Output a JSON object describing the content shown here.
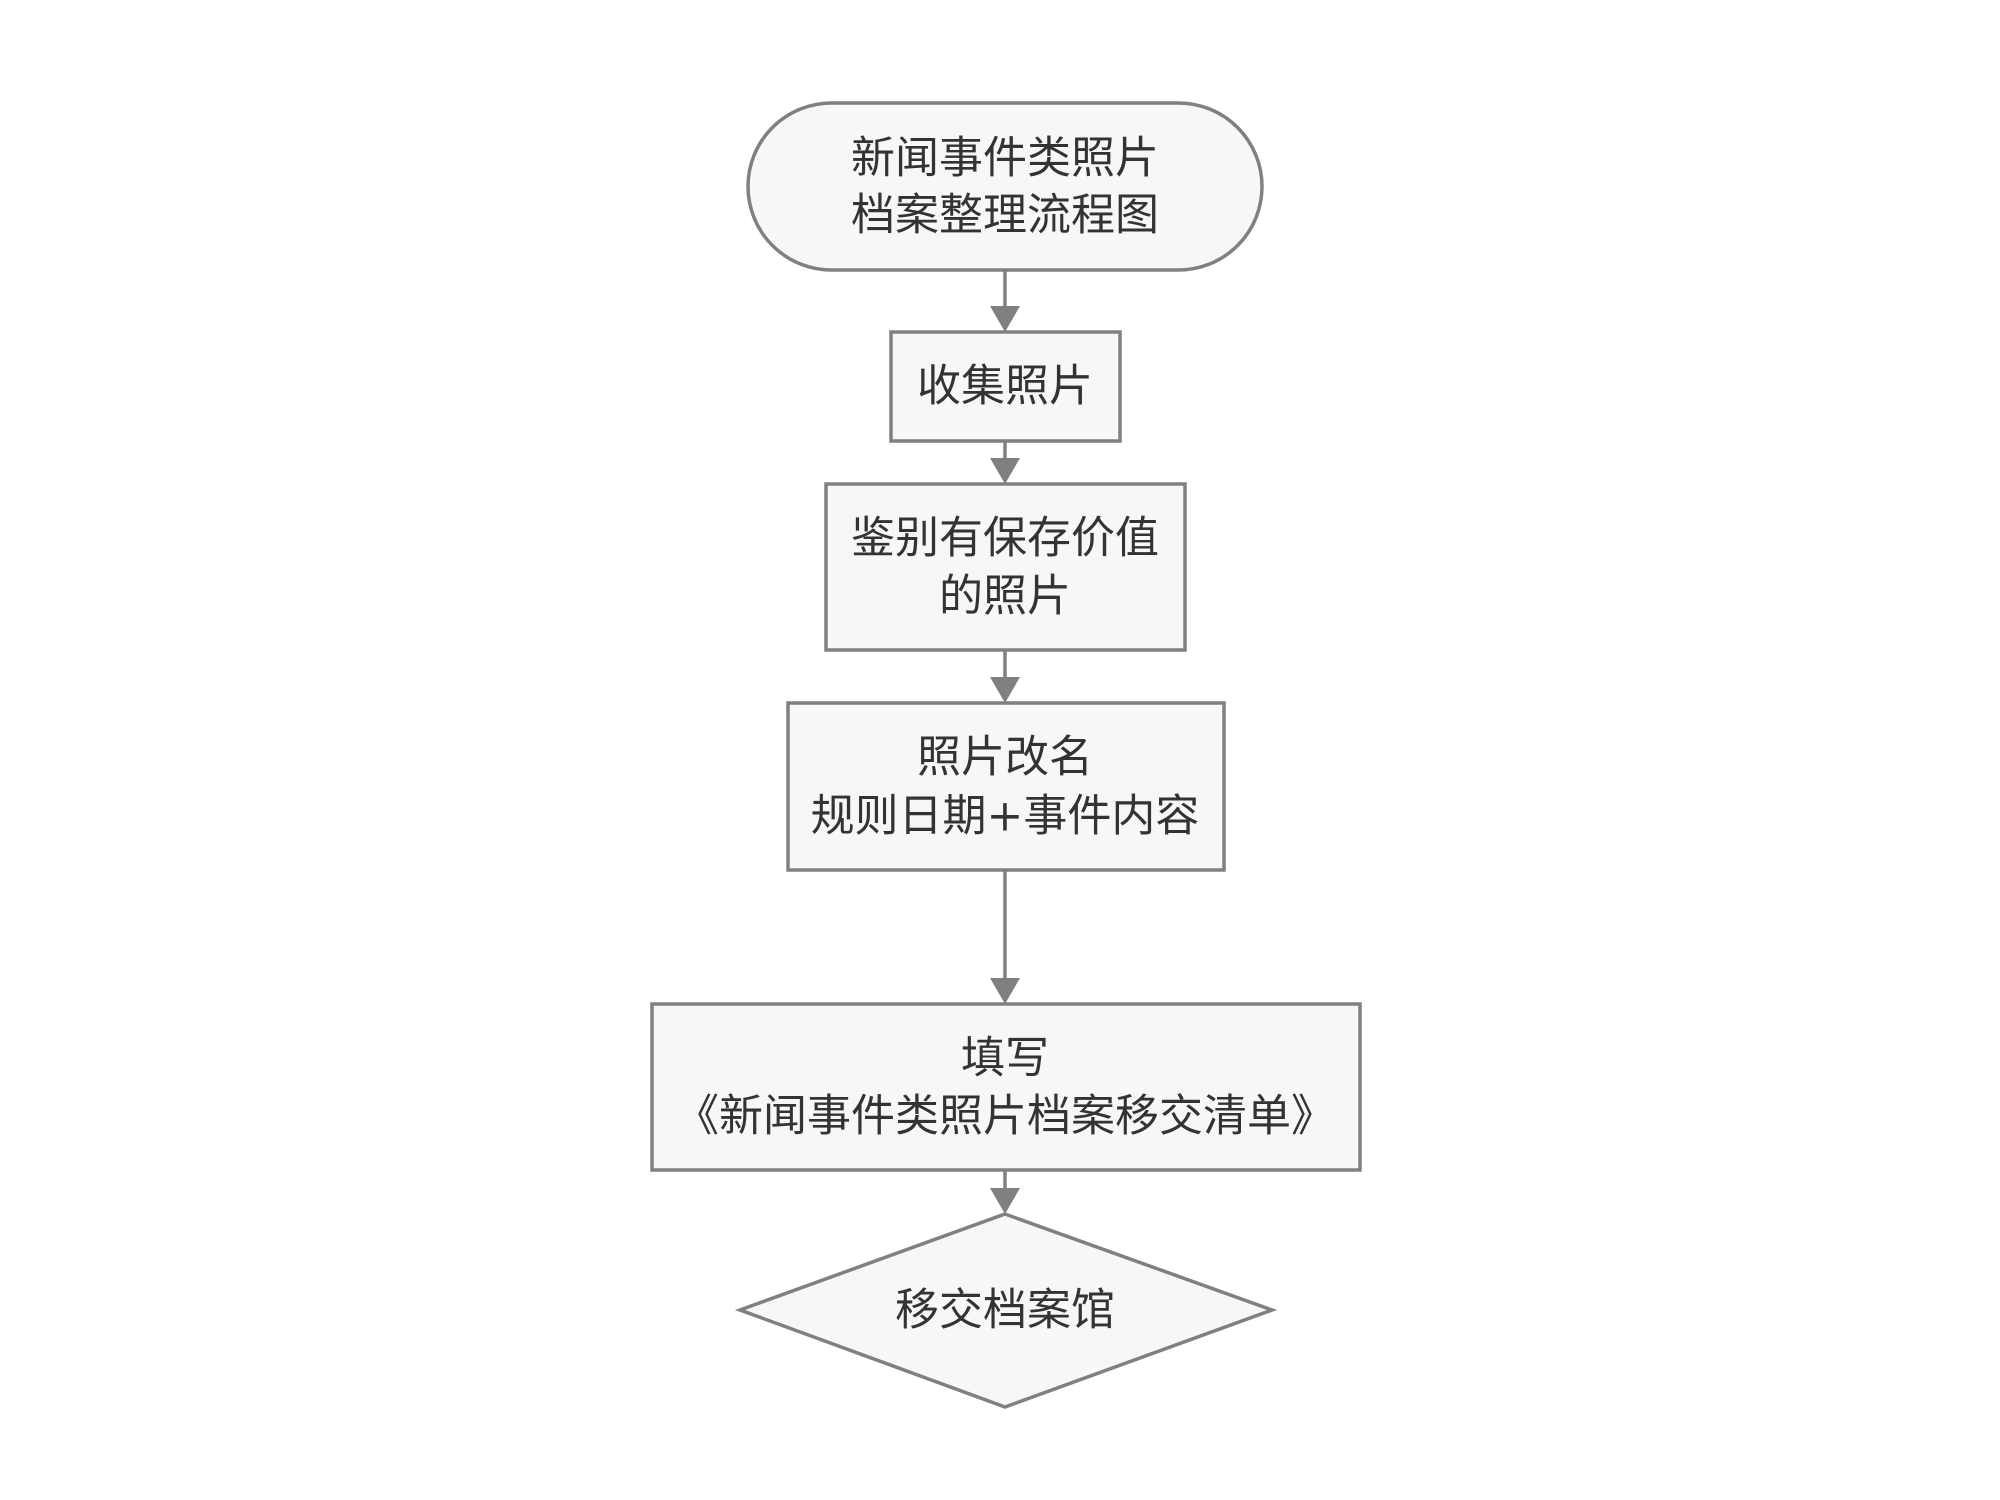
{
  "nodes": {
    "start": {
      "line1": "新闻事件类照片",
      "line2": "档案整理流程图"
    },
    "collect": {
      "line1": "收集照片"
    },
    "appraise": {
      "line1": "鉴别有保存价值",
      "line2": "的照片"
    },
    "rename": {
      "line1": "照片改名",
      "line2": "规则日期+事件内容"
    },
    "fill_form": {
      "line1": "填写",
      "line2": "《新闻事件类照片档案移交清单》"
    },
    "transfer": {
      "line1": "移交档案馆"
    }
  },
  "colors": {
    "fill": "#f7f7f7",
    "stroke": "#808080",
    "text": "#333333"
  }
}
